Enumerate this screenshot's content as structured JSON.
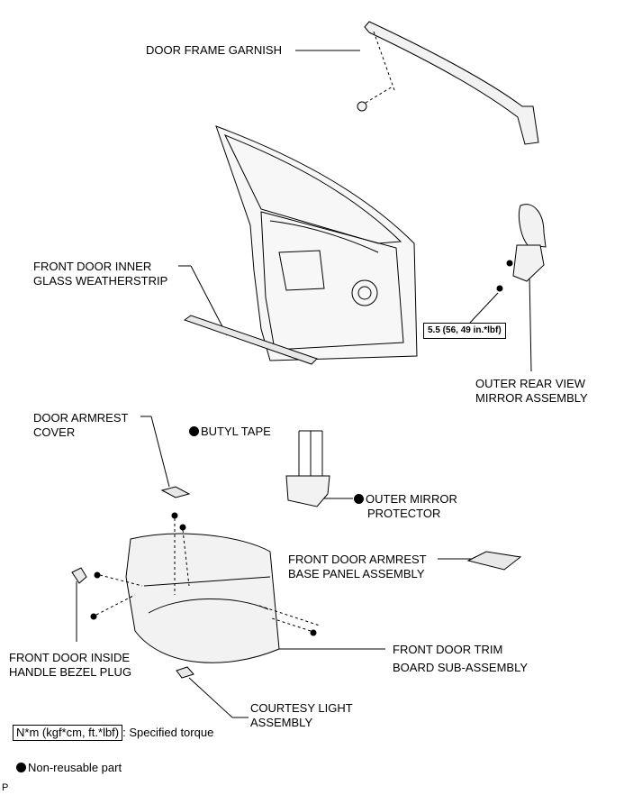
{
  "labels": {
    "door_frame_garnish": "DOOR FRAME GARNISH",
    "front_door_inner_glass_weatherstrip_1": "FRONT DOOR INNER",
    "front_door_inner_glass_weatherstrip_2": "GLASS WEATHERSTRIP",
    "outer_rear_view_mirror_1": "OUTER REAR VIEW",
    "outer_rear_view_mirror_2": "MIRROR ASSEMBLY",
    "door_armrest_cover_1": "DOOR ARMREST",
    "door_armrest_cover_2": "COVER",
    "butyl_tape": "BUTYL TAPE",
    "outer_mirror_protector_1": "OUTER MIRROR",
    "outer_mirror_protector_2": "PROTECTOR",
    "armrest_base_panel_1": "FRONT DOOR ARMREST",
    "armrest_base_panel_2": "BASE PANEL ASSEMBLY",
    "inside_handle_bezel_plug_1": "FRONT DOOR INSIDE",
    "inside_handle_bezel_plug_2": "HANDLE BEZEL PLUG",
    "trim_board_1": "FRONT DOOR TRIM",
    "trim_board_2": "BOARD SUB-ASSEMBLY",
    "courtesy_light_1": "COURTESY LIGHT",
    "courtesy_light_2": "ASSEMBLY"
  },
  "torque_spec": "5.5 (56, 49 in.*lbf)",
  "legend": {
    "torque_unit": "N*m (kgf*cm, ft.*lbf)",
    "torque_desc": ": Specified torque",
    "non_reusable": "Non-reusable part"
  },
  "corner_mark": "P",
  "colors": {
    "line": "#000000",
    "background": "#ffffff",
    "part_fill": "#f2f2f2"
  }
}
